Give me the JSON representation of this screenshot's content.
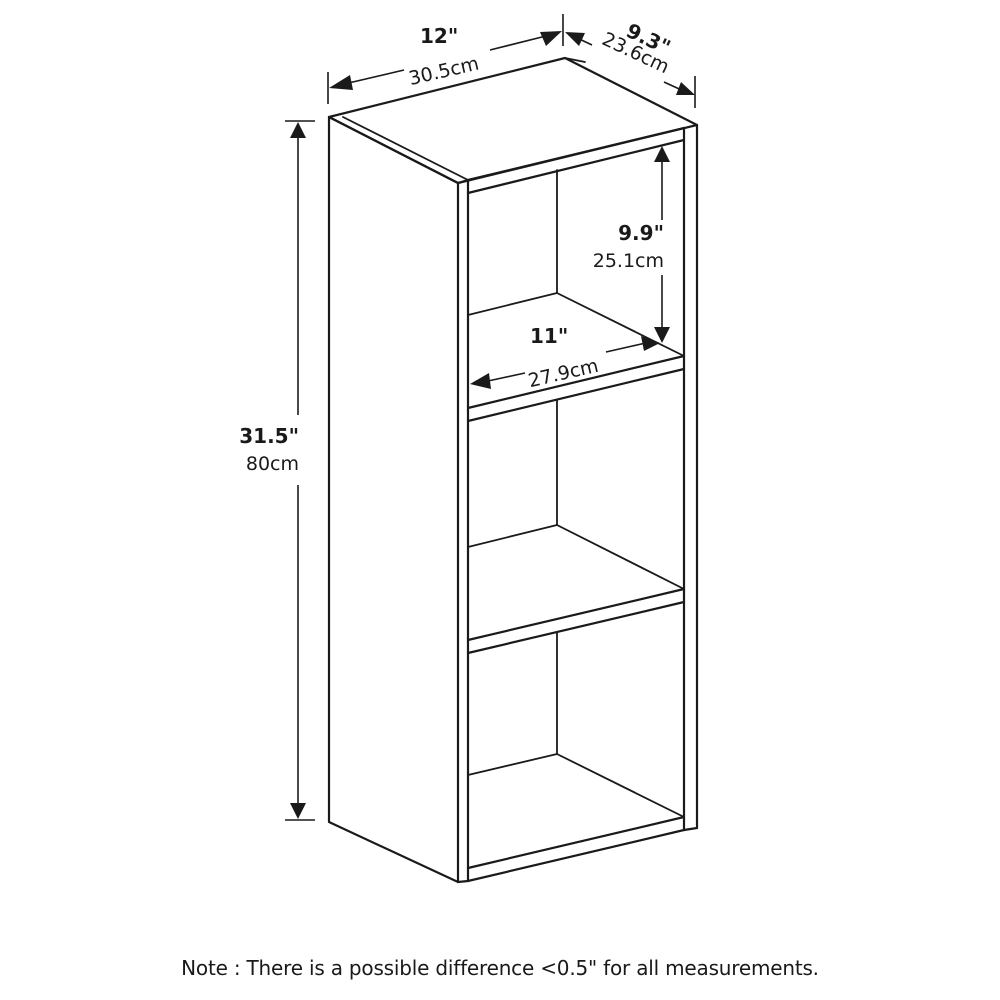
{
  "diagram": {
    "subject": "3-tier open cube bookshelf dimension drawing",
    "dimensions": {
      "width": {
        "inch": "12\"",
        "cm": "30.5cm"
      },
      "depth": {
        "inch": "9.3\"",
        "cm": "23.6cm"
      },
      "height": {
        "inch": "31.5\"",
        "cm": "80cm"
      },
      "cube_height": {
        "inch": "9.9\"",
        "cm": "25.1cm"
      },
      "cube_width": {
        "inch": "11\"",
        "cm": "27.9cm"
      }
    },
    "shelf_count": 3,
    "line_color": "#1a1a1a",
    "background": "#ffffff"
  },
  "footer": {
    "note": "Note : There is a possible difference <0.5\" for all measurements."
  }
}
